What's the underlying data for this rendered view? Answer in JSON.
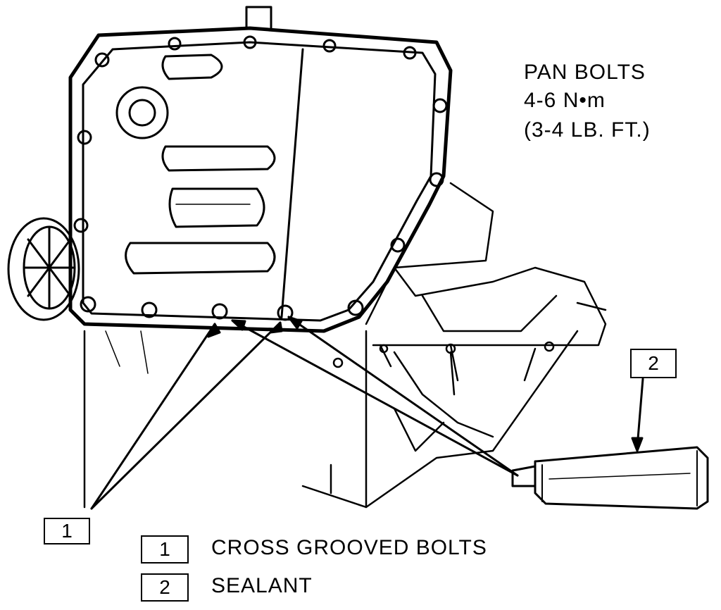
{
  "specification": {
    "line1": "PAN BOLTS",
    "line2": "4-6 N•m",
    "line3": "(3-4 LB. FT.)"
  },
  "callouts": {
    "one": "1",
    "two": "2"
  },
  "legend": [
    {
      "number": "1",
      "text": "CROSS GROOVED BOLTS"
    },
    {
      "number": "2",
      "text": "SEALANT"
    }
  ]
}
